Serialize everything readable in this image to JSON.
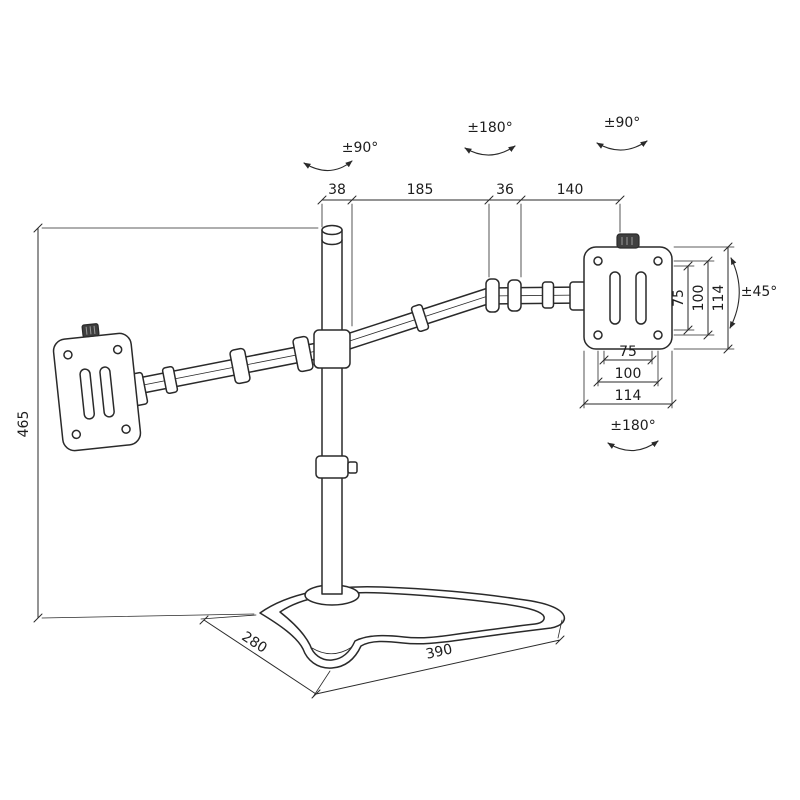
{
  "diagram": {
    "background": "#ffffff",
    "line_color": "#2a2a2a",
    "ann": {
      "pole_swivel": "±90°",
      "elbow_swivel": "±180°",
      "head_swivel": "±90°",
      "tilt": "±45°",
      "head_rotation": "±180°"
    },
    "dims": {
      "d38": "38",
      "d185": "185",
      "d36": "36",
      "d140": "140",
      "height": "465",
      "depth": "280",
      "width": "390",
      "vesa_v": [
        "75",
        "100",
        "114"
      ],
      "vesa_h": [
        "75",
        "100",
        "114"
      ]
    }
  }
}
